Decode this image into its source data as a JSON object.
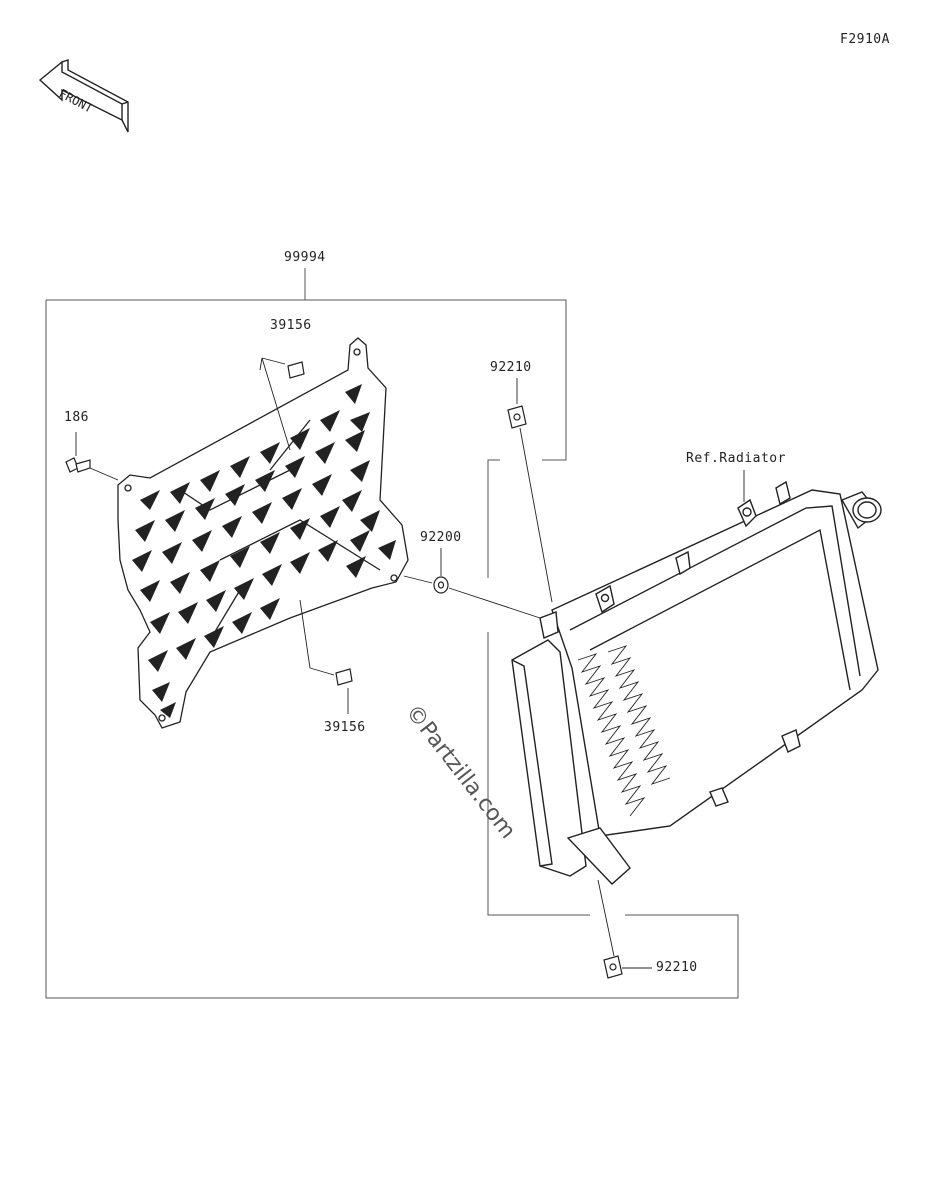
{
  "figure_code": "F2910A",
  "front_label": "FRONT",
  "watermark": "©Partzilla.com",
  "callouts": {
    "assembly": "99994",
    "clip_top": "39156",
    "clip_bottom": "39156",
    "bolt": "186",
    "washer": "92200",
    "nut_top": "92210",
    "nut_bottom": "92210",
    "radiator_ref": "Ref.Radiator"
  },
  "colors": {
    "line": "#222222",
    "frame": "#555555",
    "background": "#ffffff"
  }
}
